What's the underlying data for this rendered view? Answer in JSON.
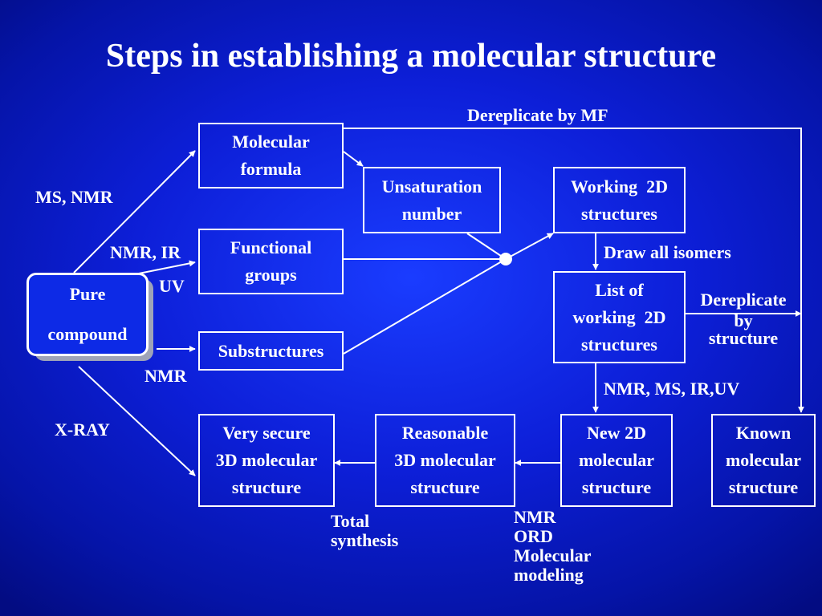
{
  "title": "Steps in establishing a molecular structure",
  "boxes": {
    "pure_compound": [
      "Pure",
      "compound"
    ],
    "molecular_formula": [
      "Molecular",
      "formula"
    ],
    "functional_groups": [
      "Functional",
      "groups"
    ],
    "substructures": [
      "Substructures"
    ],
    "unsaturation_number": [
      "Unsaturation",
      "number"
    ],
    "working_2d_structures": [
      "Working  2D",
      "structures"
    ],
    "list_of_working_2d": [
      "List of",
      "working  2D",
      "structures"
    ],
    "new_2d_molecular": [
      "New 2D",
      "molecular",
      "structure"
    ],
    "known_molecular": [
      "Known",
      "molecular",
      "structure"
    ],
    "reasonable_3d": [
      "Reasonable",
      "3D molecular",
      "structure"
    ],
    "very_secure_3d": [
      "Very secure",
      "3D molecular",
      "structure"
    ]
  },
  "labels": {
    "dereplicate_mf": "Dereplicate by MF",
    "ms_nmr": "MS, NMR",
    "nmr_ir": "NMR, IR",
    "uv": "UV",
    "nmr": "NMR",
    "xray": "X-RAY",
    "draw_all_isomers": "Draw all isomers",
    "dereplicate_structure": [
      "Dereplicate",
      "by",
      "structure"
    ],
    "nmr_ms_ir_uv": "NMR, MS, IR,UV",
    "total_synthesis": [
      "Total",
      "synthesis"
    ],
    "nmr_ord_modeling": [
      "NMR",
      "ORD",
      "Molecular",
      "modeling"
    ]
  },
  "colors": {
    "background": "#0d1fd8",
    "foreground": "#ffffff"
  }
}
